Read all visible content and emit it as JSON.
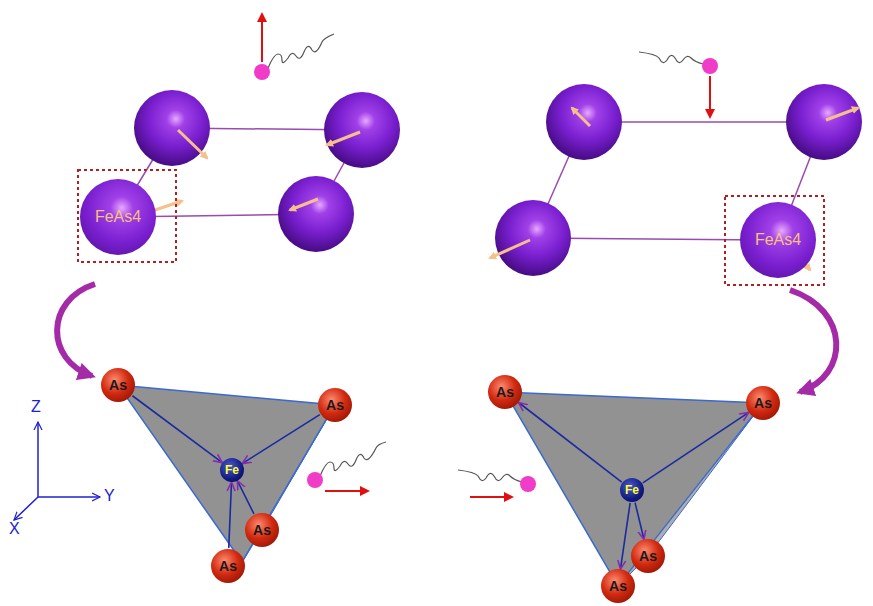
{
  "diagram": {
    "nodes": [
      {
        "text": [
          "FeAs4"
        ]
      },
      {
        "text": [
          "As"
        ]
      },
      {
        "text": [
          "As"
        ]
      },
      {
        "text": [
          "Fe"
        ]
      },
      {
        "text": [
          "As"
        ]
      },
      {
        "text": [
          "As"
        ]
      },
      {
        "text": [
          "FeAs4"
        ]
      },
      {
        "text": [
          "As"
        ]
      },
      {
        "text": [
          "As"
        ]
      },
      {
        "text": [
          "Fe"
        ]
      },
      {
        "text": [
          "As"
        ]
      },
      {
        "text": [
          "As"
        ]
      }
    ],
    "edges": [
      {
        "from": 1,
        "to": 3,
        "arrow": "to"
      },
      {
        "from": 2,
        "to": 3,
        "arrow": "to"
      },
      {
        "from": 4,
        "to": 3,
        "arrow": "to"
      },
      {
        "from": 5,
        "to": 3,
        "arrow": "to"
      },
      {
        "from": 9,
        "to": 7,
        "arrow": "to"
      },
      {
        "from": 9,
        "to": 8,
        "arrow": "to"
      },
      {
        "from": 9,
        "to": 10,
        "arrow": "to"
      },
      {
        "from": 9,
        "to": 11,
        "arrow": "to"
      }
    ],
    "labels": [
      "Z",
      "Y",
      "X"
    ]
  }
}
